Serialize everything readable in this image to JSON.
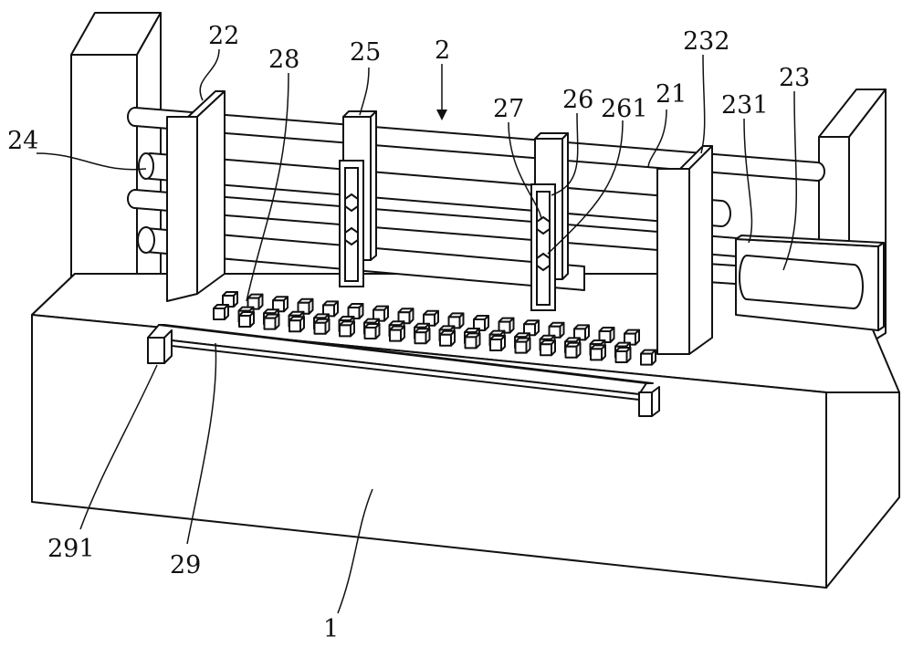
{
  "labels": {
    "l1": "1",
    "l2": "2",
    "l21": "21",
    "l22": "22",
    "l23": "23",
    "l231": "231",
    "l232": "232",
    "l24": "24",
    "l25": "25",
    "l26": "26",
    "l261": "261",
    "l27": "27",
    "l28": "28",
    "l29": "29",
    "l291": "291"
  }
}
